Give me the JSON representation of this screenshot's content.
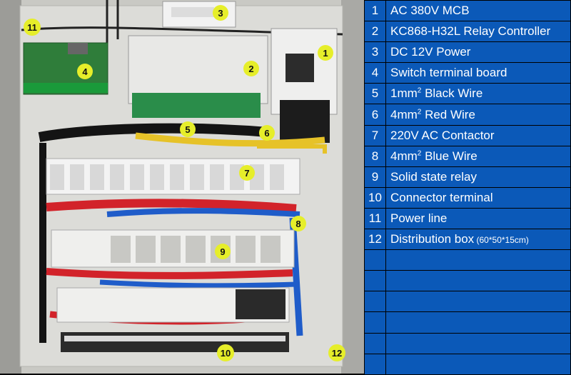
{
  "colors": {
    "legend_cell": "#0b59b8",
    "legend_text": "#ffffff",
    "marker_fill": "#e6ee2a",
    "panel": "#dcdcd8",
    "wire_red": "#d2232a",
    "wire_blue": "#1f5cc9",
    "wire_yellow": "#e6c228",
    "wire_black": "#141414"
  },
  "markers": [
    "1",
    "2",
    "3",
    "4",
    "5",
    "6",
    "7",
    "8",
    "9",
    "10",
    "11",
    "12"
  ],
  "legend": [
    {
      "num": "1",
      "text": "AC 380V MCB"
    },
    {
      "num": "2",
      "text": "KC868-H32L Relay Controller"
    },
    {
      "num": "3",
      "text": "DC 12V Power"
    },
    {
      "num": "4",
      "text": "Switch terminal board"
    },
    {
      "num": "5",
      "pre": "1mm",
      "sup": "2",
      "post": " Black Wire"
    },
    {
      "num": "6",
      "pre": "4mm",
      "sup": "2",
      "post": " Red Wire"
    },
    {
      "num": "7",
      "text": "220V AC Contactor"
    },
    {
      "num": "8",
      "pre": "4mm",
      "sup": "2",
      "post": " Blue Wire"
    },
    {
      "num": "9",
      "text": "Solid state relay"
    },
    {
      "num": "10",
      "text": "Connector terminal"
    },
    {
      "num": "11",
      "text": "Power line"
    },
    {
      "num": "12",
      "text": "Distribution box",
      "small": " (60*50*15cm)"
    },
    {
      "num": "",
      "text": ""
    },
    {
      "num": "",
      "text": ""
    },
    {
      "num": "",
      "text": ""
    },
    {
      "num": "",
      "text": ""
    },
    {
      "num": "",
      "text": ""
    },
    {
      "num": "",
      "text": ""
    }
  ]
}
